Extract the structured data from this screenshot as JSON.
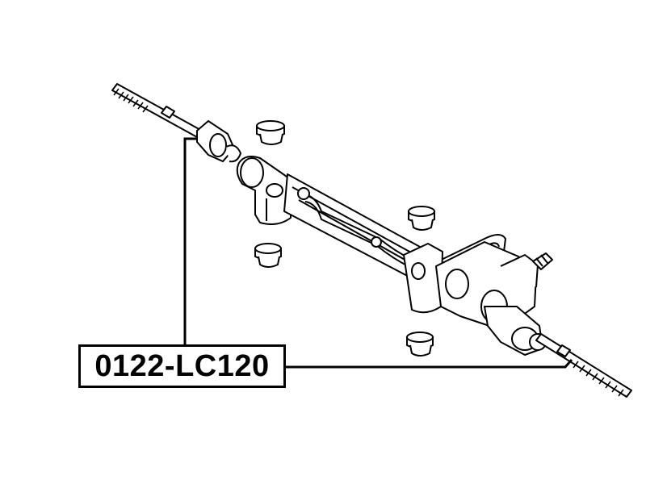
{
  "diagram": {
    "part_number": "0122-LC120",
    "colors": {
      "line": "#000000",
      "background": "#ffffff",
      "fill": "#ffffff"
    },
    "components": [
      "left-tie-rod",
      "right-tie-rod",
      "steering-rack-housing",
      "bushing"
    ]
  }
}
